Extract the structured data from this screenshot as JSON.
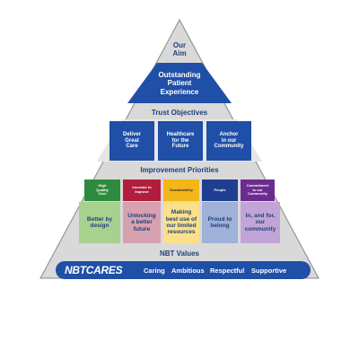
{
  "aim": {
    "label": "Our\nAim",
    "value": "Outstanding\nPatient\nExperience"
  },
  "trust_objectives": {
    "title": "Trust Objectives",
    "items": [
      "Deliver\nGreat\nCare",
      "Healthcare\nfor the\nFuture",
      "Anchor\nin our\nCommunity"
    ]
  },
  "improvement_priorities": {
    "title": "Improvement Priorities",
    "items": [
      {
        "header": "High\nQuality\nCare",
        "body": "Better by\ndesign",
        "header_color": "#2e8b3e",
        "body_color": "#a9d18e"
      },
      {
        "header": "Innovate to\nImprove",
        "body": "Unlocking\na better\nfuture",
        "header_color": "#b01e3c",
        "body_color": "#d8a1b0"
      },
      {
        "header": "Sustainability",
        "body": "Making\nbest use of\nour limited\nresources",
        "header_color": "#f2b61b",
        "body_color": "#fbe08a"
      },
      {
        "header": "People",
        "body": "Proud to\nbelong",
        "header_color": "#1e3f8f",
        "body_color": "#9fb0d9"
      },
      {
        "header": "Commitment\nto our\nCommunity",
        "body": "In, and for,\nour community",
        "header_color": "#6c2c8f",
        "body_color": "#c1a5d6"
      }
    ]
  },
  "values": {
    "title": "NBT Values",
    "logo": "NBTCARES",
    "items": [
      "Caring",
      "Ambitious",
      "Respectful",
      "Supportive"
    ]
  },
  "colors": {
    "navy": "#1f4fa6",
    "grey": "#d9d9d9",
    "text_dark": "#1f3f7a"
  }
}
